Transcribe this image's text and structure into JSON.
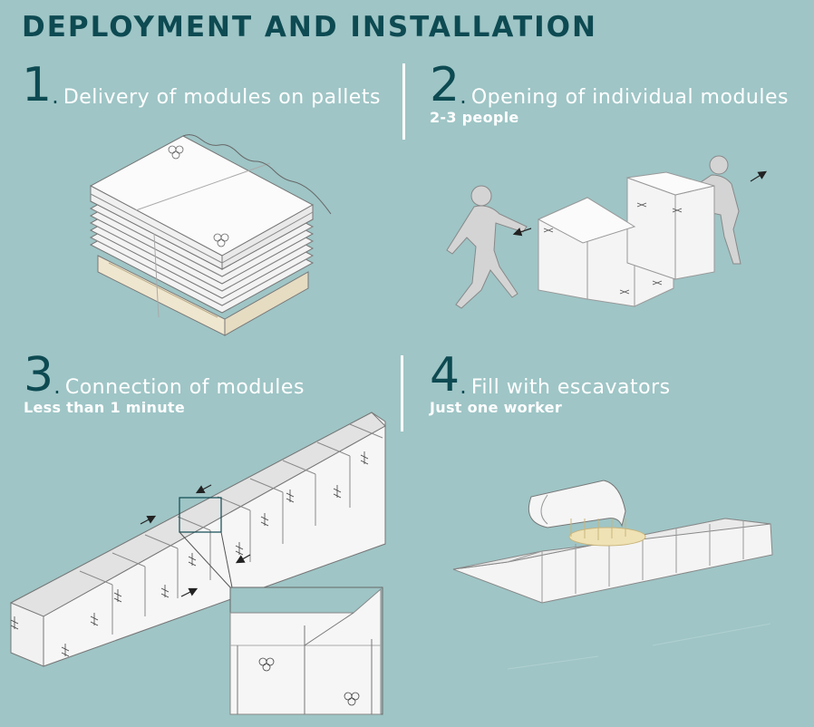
{
  "title": "DEPLOYMENT AND INSTALLATION",
  "steps": [
    {
      "number": "1",
      "label": "Delivery of modules on pallets",
      "sub": ""
    },
    {
      "number": "2",
      "label": "Opening of individual modules",
      "sub": "2-3 people"
    },
    {
      "number": "3",
      "label": "Connection of modules",
      "sub": "Less than 1 minute"
    },
    {
      "number": "4",
      "label": "Fill with escavators",
      "sub": "Just one worker"
    }
  ],
  "colors": {
    "background": "#9fc5c6",
    "title": "#0d4a52",
    "text": "#ffffff",
    "line": "#555555"
  }
}
